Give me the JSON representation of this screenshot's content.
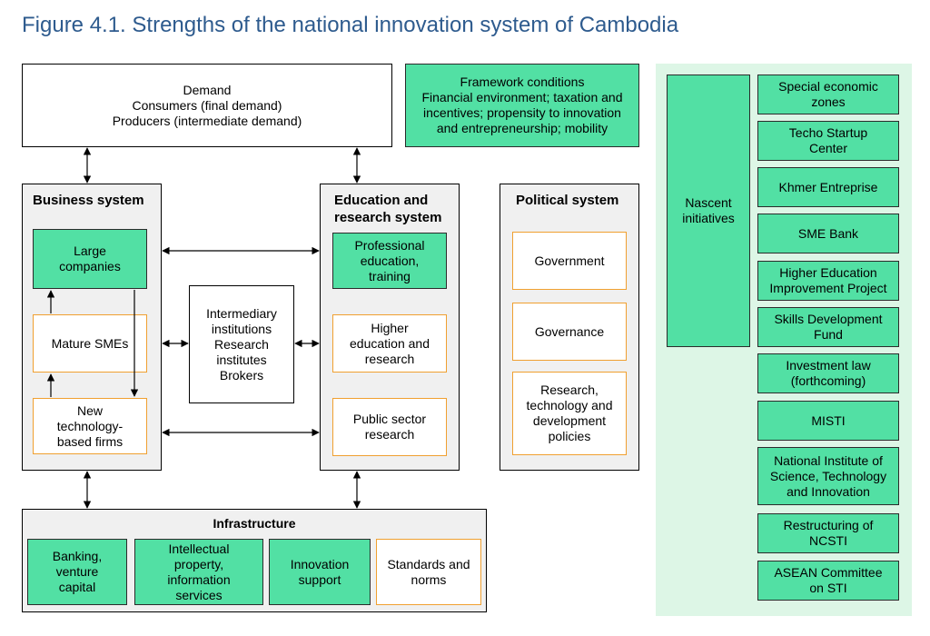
{
  "title": "Figure 4.1. Strengths of the national innovation system of Cambodia",
  "demand": "Demand\nConsumers (final demand)\nProducers (intermediate demand)",
  "framework": "Framework conditions\nFinancial environment; taxation and\nincentives; propensity to innovation\nand entrepreneurship; mobility",
  "business": {
    "title": "Business system",
    "large": "Large\ncompanies",
    "mature": "Mature SMEs",
    "newtech": "New\ntechnology-\nbased firms"
  },
  "intermediary": "Intermediary\ninstitutions\nResearch\ninstitutes\nBrokers",
  "education": {
    "title": "Education and\nresearch system",
    "professional": "Professional\neducation,\ntraining",
    "higher": "Higher\neducation and\nresearch",
    "public": "Public sector\nresearch"
  },
  "political": {
    "title": "Political system",
    "government": "Government",
    "governance": "Governance",
    "rtd": "Research,\ntechnology and\ndevelopment\npolicies"
  },
  "infrastructure": {
    "title": "Infrastructure",
    "banking": "Banking,\nventure\ncapital",
    "ip": "Intellectual\nproperty,\ninformation\nservices",
    "innovation": "Innovation\nsupport",
    "standards": "Standards and\nnorms"
  },
  "nascent": {
    "label": "Nascent\ninitiatives",
    "items": [
      "Special economic\nzones",
      "Techo Startup\nCenter",
      "Khmer Entreprise",
      "SME Bank",
      "Higher Education\nImprovement Project",
      "Skills Development\nFund",
      "Investment law\n(forthcoming)",
      "MISTI",
      "National Institute of\nScience, Technology\nand Innovation",
      "Restructuring of\nNCSTI",
      "ASEAN Committee\non STI"
    ]
  },
  "colors": {
    "title_blue": "#2e5b8e",
    "green": "#52e0a4",
    "orange_border": "#f0a030",
    "panel_gray": "#f0f0f0",
    "nascent_bg": "#ddf6e6"
  }
}
